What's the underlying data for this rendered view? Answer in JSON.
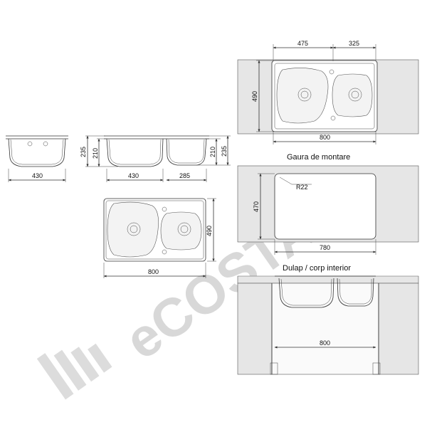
{
  "dimensions": {
    "profile_single_width": "430",
    "profile_pair_height_left": "235",
    "profile_pair_inner_height_left": "210",
    "profile_pair_width_main": "430",
    "profile_pair_width_small": "285",
    "profile_pair_inner_height_right": "210",
    "profile_pair_height_right": "235",
    "top_view_width": "800",
    "top_view_height": "490",
    "installed_width_main": "475",
    "installed_width_small": "325",
    "installed_height": "490",
    "installed_total_width": "800",
    "cutout_radius": "R22",
    "cutout_height": "470",
    "cutout_width": "780",
    "cabinet_width": "800"
  },
  "captions": {
    "cutout": "Gaura de montare",
    "cabinet": "Dulap / corp interior"
  },
  "watermark": {
    "text": "eCOSTAL",
    "color": "#d2d2d2"
  }
}
